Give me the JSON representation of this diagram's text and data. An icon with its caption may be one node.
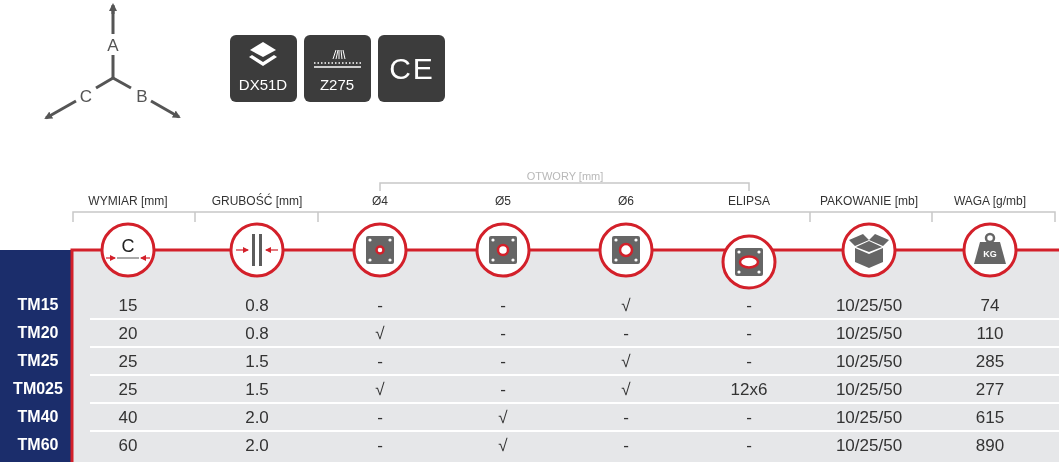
{
  "diagram": {
    "labels": [
      "A",
      "C",
      "B",
      "DX51D",
      "Z275",
      "CE",
      "OTWORY [mm]",
      "WYMIAR [mm]",
      "GRUBOŚĆ [mm]",
      "Ø4",
      "Ø5",
      "Ø6",
      "ELIPSA",
      "PAKOWANIE [mb]",
      "WAGA [g/mb]",
      "C",
      "KG",
      "TM15",
      "15",
      "0.8",
      "-",
      "-",
      "√",
      "-",
      "10/25/50",
      "74",
      "TM20",
      "20",
      "0.8",
      "√",
      "-",
      "-",
      "-",
      "10/25/50",
      "110",
      "TM25",
      "25",
      "1.5",
      "-",
      "-",
      "√",
      "-",
      "10/25/50",
      "285",
      "TM025",
      "25",
      "1.5",
      "√",
      "-",
      "√",
      "12x6",
      "10/25/50",
      "277",
      "TM40",
      "40",
      "2.0",
      "-",
      "√",
      "-",
      "-",
      "10/25/50",
      "615",
      "TM60",
      "60",
      "2.0",
      "-",
      "√",
      "-",
      "-",
      "10/25/50",
      "890"
    ]
  }
}
